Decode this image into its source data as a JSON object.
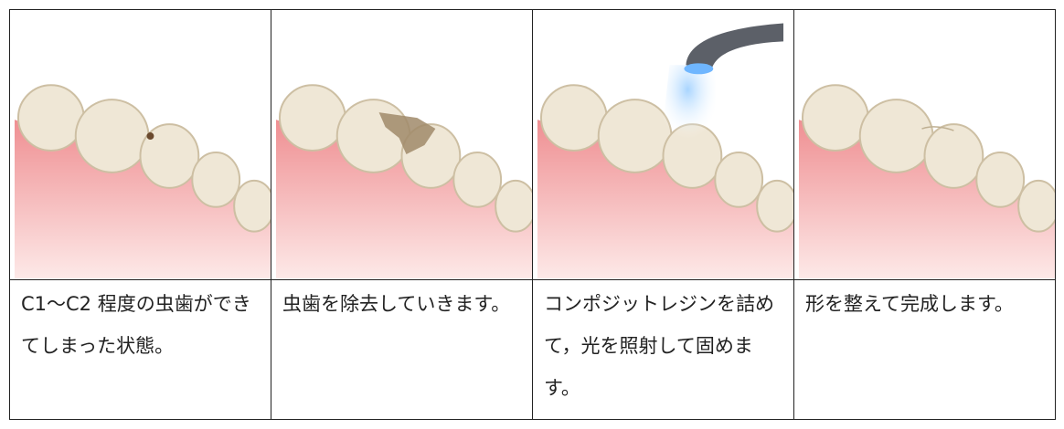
{
  "steps": [
    {
      "caption": "C1〜C2 程度の虫歯ができてしまった状態。",
      "icon": "tooth-with-small-cavity"
    },
    {
      "caption": "虫歯を除去していきます。",
      "icon": "tooth-with-cavity-removed"
    },
    {
      "caption": "コンポジットレジンを詰めて，光を照射して固めます。",
      "icon": "tooth-light-curing"
    },
    {
      "caption": "形を整えて完成します。",
      "icon": "tooth-restored"
    }
  ],
  "colors": {
    "gum": "#f2a7a8",
    "gum_light": "#fbe1e0",
    "tooth": "#efe7d6",
    "tooth_shadow": "#d8ccb3",
    "decay": "#6b4a2e",
    "light": "#7fb8ff",
    "border": "#222222"
  }
}
